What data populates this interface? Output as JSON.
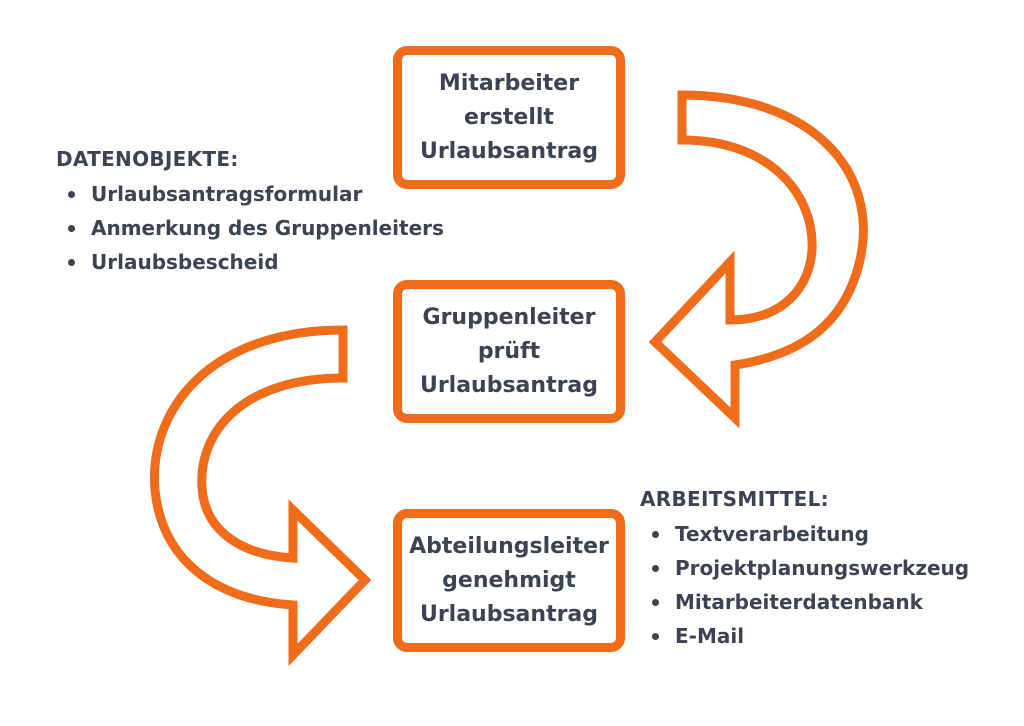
{
  "process_steps": [
    {
      "lines": [
        "Mitarbeiter",
        "erstellt",
        "Urlaubsantrag"
      ]
    },
    {
      "lines": [
        "Gruppenleiter",
        "prüft",
        "Urlaubsantrag"
      ]
    },
    {
      "lines": [
        "Abteilungsleiter",
        "genehmigt",
        "Urlaubsantrag"
      ]
    }
  ],
  "datenobjekte": {
    "title": "DATENOBJEKTE:",
    "items": [
      "Urlaubsantragsformular",
      "Anmerkung des Gruppenleiters",
      "Urlaubsbescheid"
    ]
  },
  "arbeitsmittel": {
    "title": "ARBEITSMITTEL:",
    "items": [
      "Textverarbeitung",
      "Projektplanungswerkzeug",
      "Mitarbeiterdatenbank",
      "E-Mail"
    ]
  },
  "colors": {
    "accent": "#ef6c1a",
    "text": "#3d4451",
    "background": "#ffffff"
  },
  "icons": {
    "arrow_1": "curved-arrow-right-to-left-icon",
    "arrow_2": "curved-arrow-left-to-right-icon",
    "bullet": "bullet-dot-icon"
  }
}
